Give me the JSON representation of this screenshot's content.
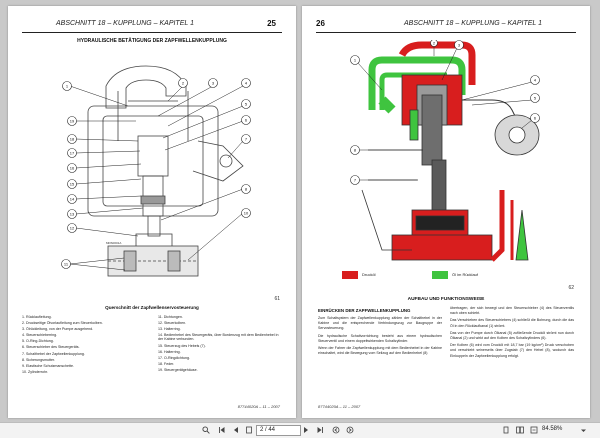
{
  "left_page": {
    "header_chapter": "ABSCHNITT 18 – KUPPLUNG – KAPITEL 1",
    "page_number": "25",
    "title": "HYDRAULISCHE BETÄTIGUNG DER ZAPFWELLENKUPPLUNG",
    "figure_code": "MDS0001A",
    "figure_number": "61",
    "caption": "Querschnitt der Zapfwellenservosteuerung",
    "callouts": [
      "1",
      "2",
      "3",
      "4",
      "5",
      "6",
      "7",
      "8",
      "9",
      "10",
      "11",
      "12",
      "13",
      "14",
      "15",
      "16",
      "17",
      "18",
      "19"
    ],
    "legend_left": [
      "1. Rücklaufleitung.",
      "2. Druckseitige Ölvorlaufleitung zum Steuerkolben.",
      "3. Ölrückleitung, von der Pumpe ausgehend.",
      "4. Steuerschieberring.",
      "5. O-Ring-Dichtung.",
      "6. Steuerschieber des Steuergeräts.",
      "7. Schalthebel der Zapfwellenkupplung.",
      "8. Sicherungsmutter.",
      "9. Elastische Schutzmanschette.",
      "10. Zylinderrohr."
    ],
    "legend_right": [
      "11. Dichtungen.",
      "12. Steuerkolben.",
      "13. Halterring.",
      "14. Bedienhebel des Steuergeräts, über Bordenzug mit dem Bedienhebel in der Kabine verbunden.",
      "15. Steuerzug des Hebels (7).",
      "16. Halterring.",
      "17. O-Ringdichtung.",
      "18. Feder.",
      "19. Steuergerätgehäuse."
    ],
    "footer": "87744020A – 11 – 2007"
  },
  "right_page": {
    "header_chapter": "ABSCHNITT 18 – KUPPLUNG – KAPITEL 1",
    "page_number": "26",
    "callouts": [
      "1",
      "2",
      "3",
      "4",
      "5",
      "6",
      "7",
      "8"
    ],
    "legend_pressure": "Drucköl",
    "legend_return": "Öl im Rücklauf",
    "figure_number": "62",
    "section_title": "AUFBAU UND FUNKTIONSWEISE",
    "col1_heading": "EINRÜCKEN DER ZAPFWELLENKUPPLUNG",
    "col1_paragraphs": [
      "Zum Schaltsystem der Zapfwellenkupplung zählen der Schalthebel in der Kabine und die entsprechende Verbindungszug zur Baugruppe der Servosteuerung.",
      "Die hydraulische Schaltvorrichtung besteht aus einem hydraulischen Steuerventil und einem doppeltwirkenden Schaltzylinder.",
      "Wenn der Fahrer die Zapfwellenkupplung mit dem Bedienhebel in der Kabine einschaltet, wird die Bewegung vom Seilzug auf den Bedienhebel (8)"
    ],
    "col2_paragraphs": [
      "übertragen, der sich bewegt und den Steuerschieber (4) des Steuerventils nach oben schiebt.",
      "Das Verschieben des Steuerschiebers (4) schließt die Bohrung, durch die das Öl in den Rücklaufkanal (1) strömt.",
      "Das von der Pumpe durch Ölkanal (5) zufließende Drucköl strömt nun durch Ölkanal (2) und wirkt auf den Kolben des Schaltzylinders (6).",
      "Der Kolben (6) wird vom Drucköl mit 18,7 bar (19 kg/cm²) Druck verschoben und verschiebt seinerseits über Zugstab (7) den Hebel (8), wodurch das Einkuppeln der Zapfwellenkupplung erfolgt."
    ],
    "footer": "87744020A – 11 – 2007"
  },
  "statusbar": {
    "page_field": "2 / 44",
    "zoom": "84.58%"
  },
  "colors": {
    "pressure_oil": "#d81e1e",
    "return_oil": "#3fc43f"
  }
}
